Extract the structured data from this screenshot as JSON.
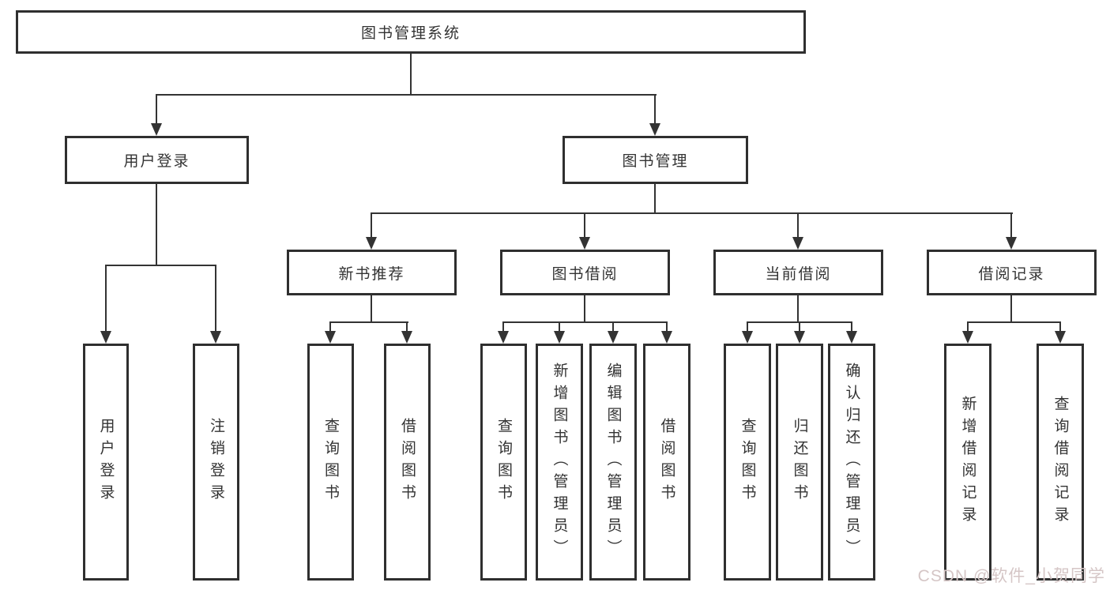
{
  "diagram": {
    "root": "图书管理系统",
    "level2": {
      "user_login": "用户登录",
      "book_management": "图书管理"
    },
    "level3": {
      "new_book": "新书推荐",
      "book_borrow": "图书借阅",
      "current_borrow": "当前借阅",
      "borrow_record": "借阅记录"
    },
    "leaves": {
      "user_login": [
        "用户登录",
        "注销登录"
      ],
      "new_book": [
        "查询图书",
        "借阅图书"
      ],
      "book_borrow": [
        "查询图书",
        "新增图书（管理员）",
        "编辑图书（管理员）",
        "借阅图书"
      ],
      "current_borrow": [
        "查询图书",
        "归还图书",
        "确认归还（管理员）"
      ],
      "borrow_record": [
        "新增借阅记录",
        "查询借阅记录"
      ]
    }
  },
  "watermark": "CSDN @软件_小贺同学",
  "colors": {
    "line": "#333333",
    "text": "#333333",
    "background": "#ffffff",
    "watermark": "#d5c6c6"
  }
}
